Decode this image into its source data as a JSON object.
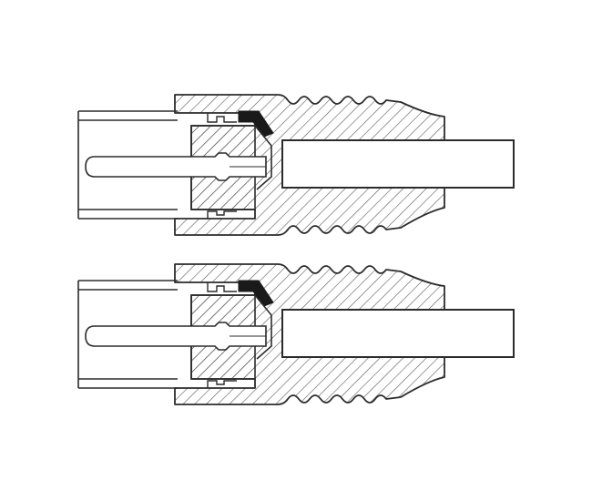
{
  "diagram": {
    "subject": "connector-cross-section",
    "views": [
      {
        "id": "upper-connector"
      },
      {
        "id": "lower-connector"
      }
    ],
    "colors": {
      "background": "#ffffff",
      "stroke": "#2b2b2b",
      "hatch": "#5a5a5a",
      "seal": "#1a1a1a",
      "fill": "#ffffff"
    }
  }
}
